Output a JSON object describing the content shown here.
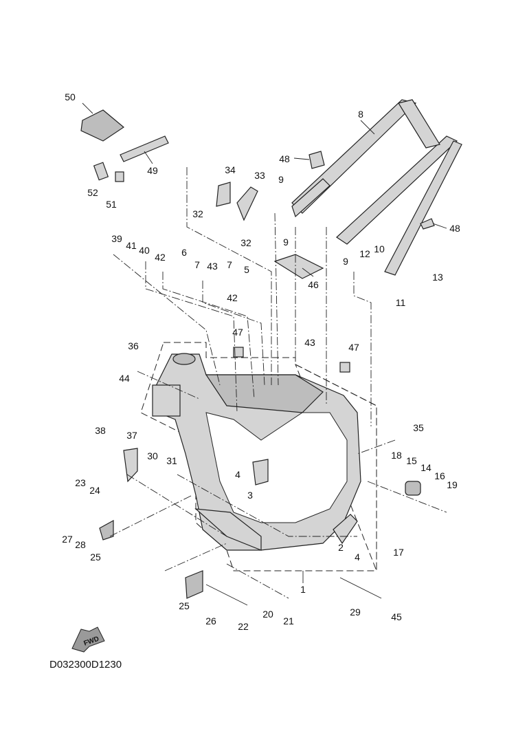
{
  "diagram_code": "D032300D1230",
  "fwd_badge": "FWD",
  "callouts": [
    "50",
    "49",
    "52",
    "51",
    "34",
    "32",
    "33",
    "32",
    "9",
    "48",
    "8",
    "9",
    "48",
    "9",
    "12",
    "10",
    "13",
    "11",
    "46",
    "39",
    "41",
    "40",
    "42",
    "6",
    "7",
    "43",
    "7",
    "5",
    "42",
    "36",
    "47",
    "43",
    "47",
    "44",
    "38",
    "37",
    "30",
    "31",
    "4",
    "3",
    "35",
    "18",
    "15",
    "14",
    "16",
    "19",
    "23",
    "24",
    "27",
    "28",
    "25",
    "2",
    "4",
    "17",
    "1",
    "25",
    "26",
    "22",
    "20",
    "21",
    "29",
    "45"
  ]
}
